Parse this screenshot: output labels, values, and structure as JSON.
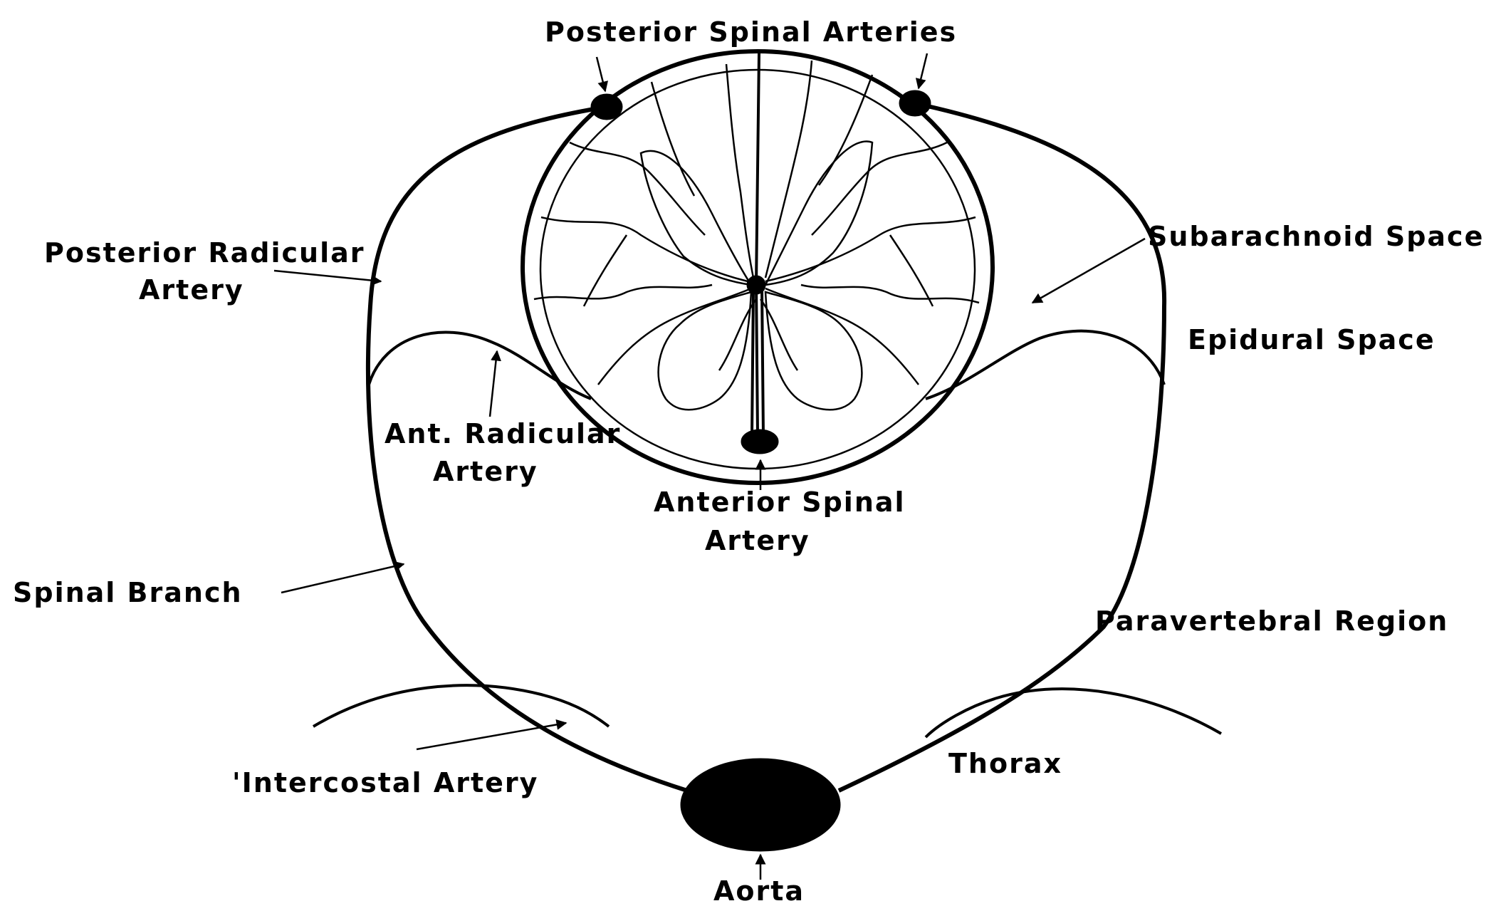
{
  "labels": {
    "posterior_spinal_arteries": "Posterior Spinal Arteries",
    "posterior_radicular_line1": "Posterior Radicular",
    "posterior_radicular_line2": "Artery",
    "subarachnoid_space": "Subarachnoid  Space",
    "epidural_space": "Epidural Space",
    "ant_radicular_line1": "Ant. Radicular",
    "ant_radicular_line2": "Artery",
    "anterior_spinal_line1": "Anterior  Spinal",
    "anterior_spinal_line2": "Artery",
    "spinal_branch": "Spinal  Branch",
    "paravertebral_region": "Paravertebral  Region",
    "intercostal_artery": "'Intercostal  Artery",
    "thorax": "Thorax",
    "aorta": "Aorta"
  },
  "colors": {
    "ink": "#000000",
    "background": "#ffffff"
  }
}
